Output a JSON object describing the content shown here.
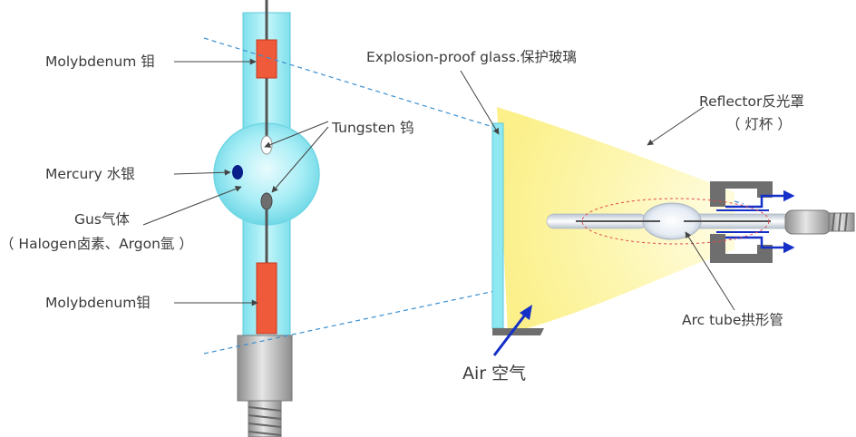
{
  "labels": {
    "molybdenum_top": "Molybdenum 钼",
    "tungsten": "Tungsten 钨",
    "mercury": "Mercury 水银",
    "gus": "Gus气体",
    "halogen": "（ Halogen卤素、Argon氩 ）",
    "molybdenum_bottom": "Molybdenum钼",
    "explosion_glass": "Explosion-proof glass.保护玻璃",
    "reflector": "Reflector反光罩",
    "reflector_cup": "（ 灯杯 ）",
    "arc_tube": "Arc  tube拱形管",
    "air": "Air 空气"
  },
  "colors": {
    "quartz": "#8ee8f2",
    "quartz_edge": "#5cc9d9",
    "molybdenum": "#ef5a3a",
    "mercury": "#0b1f8a",
    "reflector_glow": "#fdf7b4",
    "housing": "#6e6e6e",
    "air_arrow": "#1430c8",
    "dash_line": "#3a8fd0",
    "arc_ellipse": "#e04a4a",
    "leader": "#444444"
  }
}
